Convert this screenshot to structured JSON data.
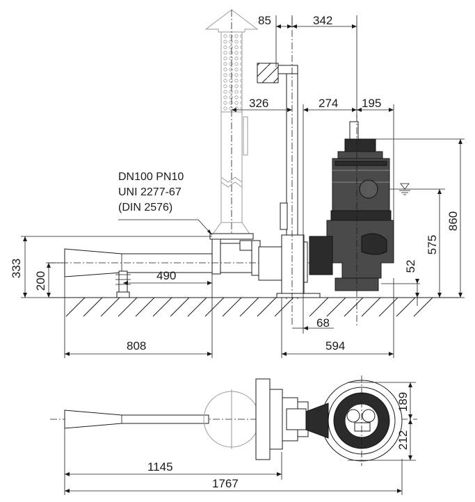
{
  "dimensions": {
    "d85": "85",
    "d342": "342",
    "d326": "326",
    "d274": "274",
    "d195": "195",
    "d860": "860",
    "d575": "575",
    "d52": "52",
    "d333": "333",
    "d200": "200",
    "d490": "490",
    "d808": "808",
    "d68": "68",
    "d594": "594",
    "d189": "189",
    "d212": "212",
    "d1145": "1145",
    "d1767": "1767"
  },
  "flange_note": {
    "line1": "DN100 PN10",
    "line2": "UNI 2277-67",
    "line3": "(DIN 2576)"
  },
  "colors": {
    "line": "#1a1a1a",
    "ghost": "#9a9a9a",
    "pump_body": "#4a4a4a"
  }
}
